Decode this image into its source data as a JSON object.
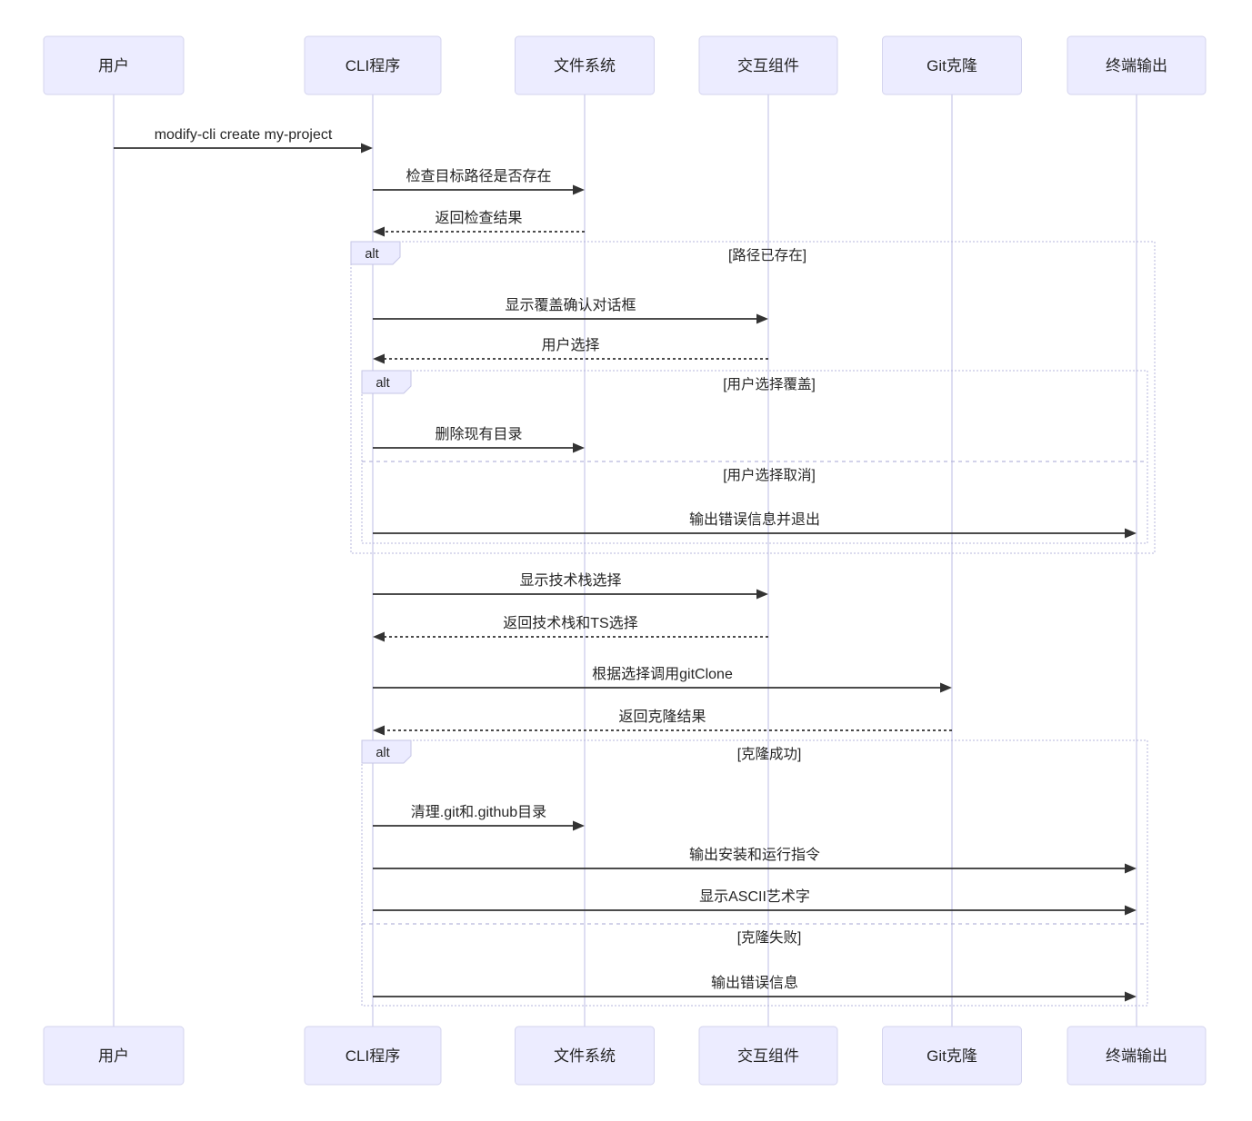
{
  "diagram": {
    "type": "mermaid-sequence-diagram",
    "participants": [
      {
        "id": "user",
        "label": "用户"
      },
      {
        "id": "cli",
        "label": "CLI程序"
      },
      {
        "id": "fs",
        "label": "文件系统"
      },
      {
        "id": "ui",
        "label": "交互组件"
      },
      {
        "id": "git",
        "label": "Git克隆"
      },
      {
        "id": "term",
        "label": "终端输出"
      }
    ],
    "messages": [
      {
        "from": "user",
        "to": "cli",
        "style": "solid",
        "label": "modify-cli create my-project"
      },
      {
        "from": "cli",
        "to": "fs",
        "style": "solid",
        "label": "检查目标路径是否存在"
      },
      {
        "from": "fs",
        "to": "cli",
        "style": "dashed",
        "label": "返回检查结果"
      },
      {
        "from": "cli",
        "to": "ui",
        "style": "solid",
        "label": "显示覆盖确认对话框"
      },
      {
        "from": "ui",
        "to": "cli",
        "style": "dashed",
        "label": "用户选择"
      },
      {
        "from": "cli",
        "to": "fs",
        "style": "solid",
        "label": "删除现有目录"
      },
      {
        "from": "cli",
        "to": "term",
        "style": "solid",
        "label": "输出错误信息并退出"
      },
      {
        "from": "cli",
        "to": "ui",
        "style": "solid",
        "label": "显示技术栈选择"
      },
      {
        "from": "ui",
        "to": "cli",
        "style": "dashed",
        "label": "返回技术栈和TS选择"
      },
      {
        "from": "cli",
        "to": "git",
        "style": "solid",
        "label": "根据选择调用gitClone"
      },
      {
        "from": "git",
        "to": "cli",
        "style": "dashed",
        "label": "返回克隆结果"
      },
      {
        "from": "cli",
        "to": "fs",
        "style": "solid",
        "label": "清理.git和.github目录"
      },
      {
        "from": "cli",
        "to": "term",
        "style": "solid",
        "label": "输出安装和运行指令"
      },
      {
        "from": "cli",
        "to": "term",
        "style": "solid",
        "label": "显示ASCII艺术字"
      },
      {
        "from": "cli",
        "to": "term",
        "style": "solid",
        "label": "输出错误信息"
      }
    ],
    "frames": [
      {
        "tag": "alt",
        "sections": [
          {
            "condition": "[路径已存在]"
          }
        ]
      },
      {
        "tag": "alt",
        "sections": [
          {
            "condition": "[用户选择覆盖]"
          },
          {
            "condition": "[用户选择取消]"
          }
        ]
      },
      {
        "tag": "alt",
        "sections": [
          {
            "condition": "[克隆成功]"
          },
          {
            "condition": "[克隆失败]"
          }
        ]
      }
    ],
    "colors": {
      "background": "#ffffff",
      "actor_fill": "#ECECFF",
      "actor_border": "#d4d4ee",
      "lifeline": "#d6d6ee",
      "frame_border": "#b7b7dc",
      "label_fill": "#ECECFF",
      "label_border": "#c6c6e6",
      "text": "#262626",
      "arrow": "#333333"
    }
  }
}
